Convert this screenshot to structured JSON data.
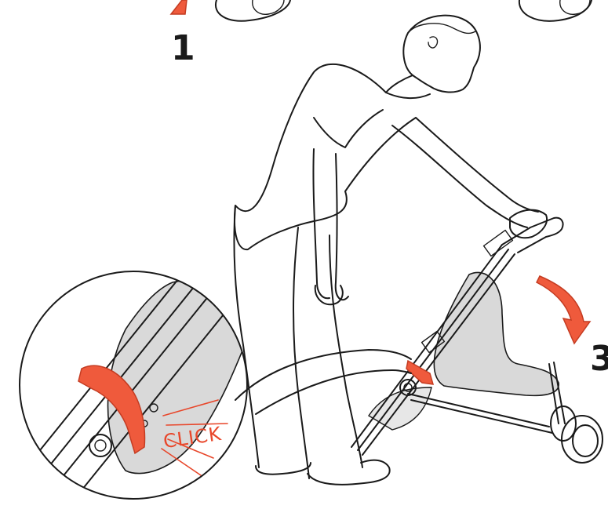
{
  "steps": {
    "one": "1",
    "three": "3"
  },
  "callout": {
    "sound_label": "CLICK"
  },
  "colors": {
    "accent": "#ef5a3c",
    "line": "#1a1a1a",
    "fabric": "#d9d9d9"
  }
}
